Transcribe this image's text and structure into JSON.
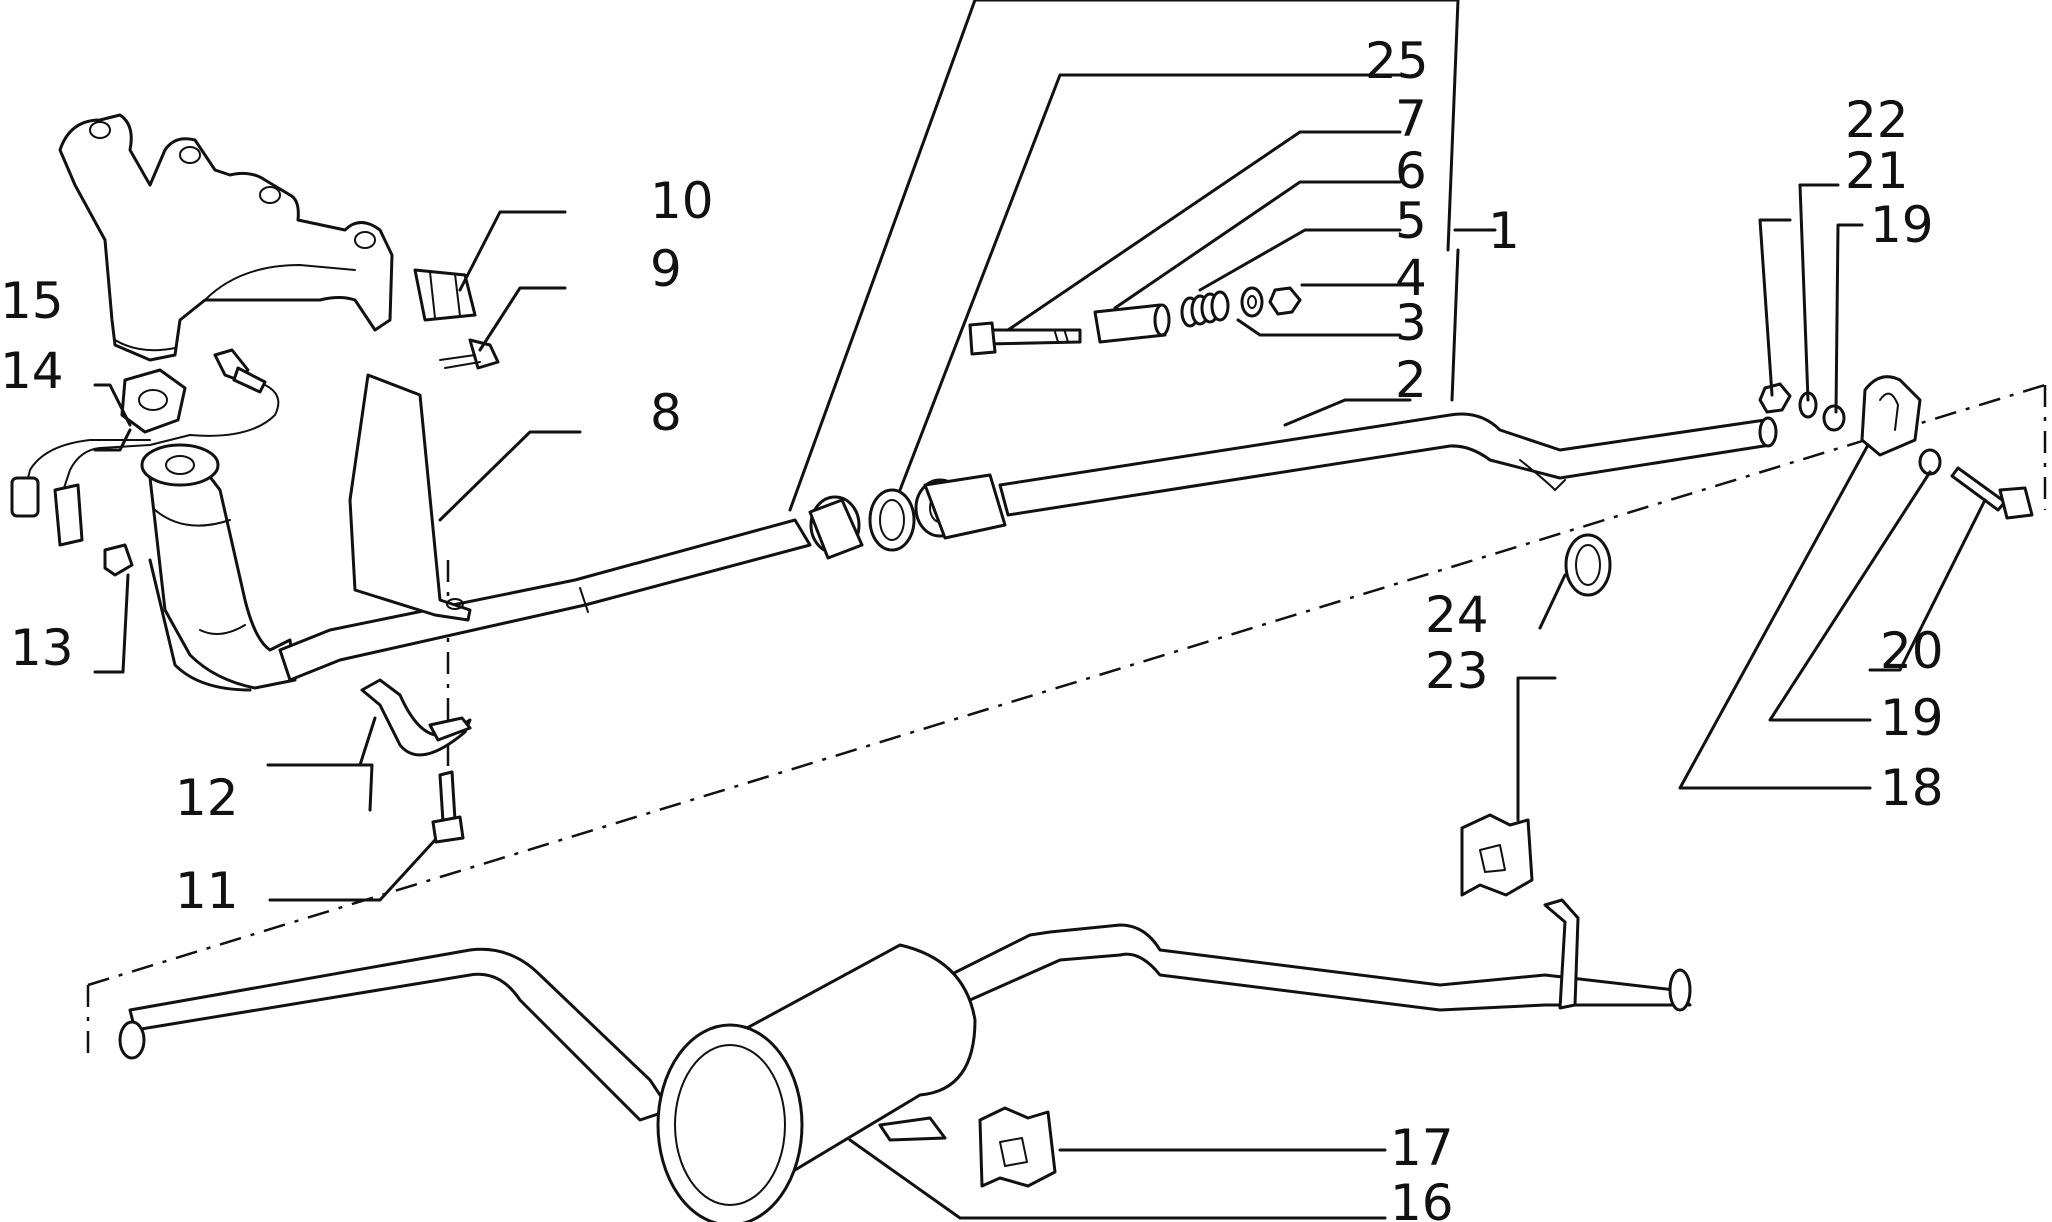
{
  "diagram": {
    "labels": [
      {
        "id": "1",
        "text": "1"
      },
      {
        "id": "2",
        "text": "2"
      },
      {
        "id": "3",
        "text": "3"
      },
      {
        "id": "4",
        "text": "4"
      },
      {
        "id": "5",
        "text": "5"
      },
      {
        "id": "6",
        "text": "6"
      },
      {
        "id": "7",
        "text": "7"
      },
      {
        "id": "8",
        "text": "8"
      },
      {
        "id": "9",
        "text": "9"
      },
      {
        "id": "10",
        "text": "10"
      },
      {
        "id": "11",
        "text": "11"
      },
      {
        "id": "12",
        "text": "12"
      },
      {
        "id": "13",
        "text": "13"
      },
      {
        "id": "14",
        "text": "14"
      },
      {
        "id": "15",
        "text": "15"
      },
      {
        "id": "16",
        "text": "16"
      },
      {
        "id": "17",
        "text": "17"
      },
      {
        "id": "18",
        "text": "18"
      },
      {
        "id": "19a",
        "text": "19"
      },
      {
        "id": "19b",
        "text": "19"
      },
      {
        "id": "20",
        "text": "20"
      },
      {
        "id": "21",
        "text": "21"
      },
      {
        "id": "22",
        "text": "22"
      },
      {
        "id": "23",
        "text": "23"
      },
      {
        "id": "24",
        "text": "24"
      },
      {
        "id": "25",
        "text": "25"
      }
    ]
  }
}
